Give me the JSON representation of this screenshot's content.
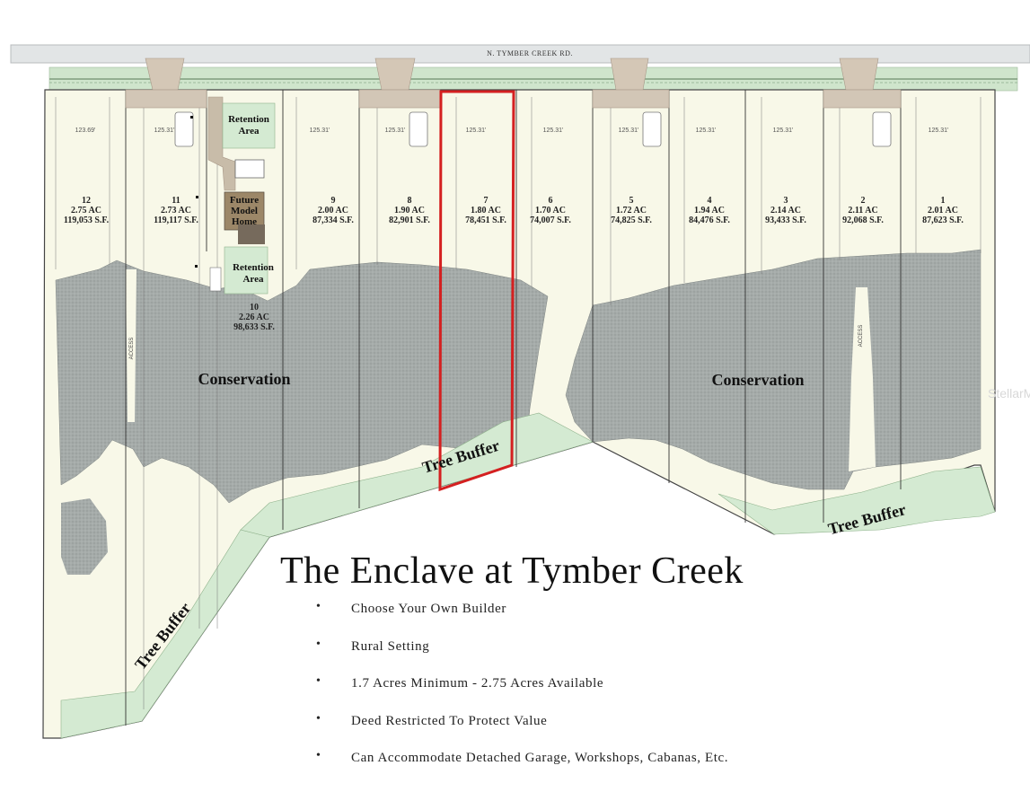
{
  "road": {
    "name": "N. TYMBER CREEK RD."
  },
  "lots": [
    {
      "id": "12",
      "acres": "2.75 AC",
      "sqft": "119,053 S.F."
    },
    {
      "id": "11",
      "acres": "2.73 AC",
      "sqft": "119,117 S.F."
    },
    {
      "id": "10",
      "acres": "2.26 AC",
      "sqft": "98,633 S.F."
    },
    {
      "id": "9",
      "acres": "2.00 AC",
      "sqft": "87,334 S.F."
    },
    {
      "id": "8",
      "acres": "1.90 AC",
      "sqft": "82,901 S.F."
    },
    {
      "id": "7",
      "acres": "1.80 AC",
      "sqft": "78,451 S.F."
    },
    {
      "id": "6",
      "acres": "1.70 AC",
      "sqft": "74,007 S.F."
    },
    {
      "id": "5",
      "acres": "1.72 AC",
      "sqft": "74,825 S.F."
    },
    {
      "id": "4",
      "acres": "1.94 AC",
      "sqft": "84,476 S.F."
    },
    {
      "id": "3",
      "acres": "2.14 AC",
      "sqft": "93,433 S.F."
    },
    {
      "id": "2",
      "acres": "2.11 AC",
      "sqft": "92,068 S.F."
    },
    {
      "id": "1",
      "acres": "2.01 AC",
      "sqft": "87,623 S.F."
    }
  ],
  "frontage": [
    "123.69'",
    "125.31'",
    "125.31'",
    "125.31'",
    "125.31'",
    "125.31'",
    "125.31'",
    "125.31'",
    "125.31'",
    "125.31'"
  ],
  "areas": {
    "retention_top": [
      "Retention",
      "Area"
    ],
    "retention_bottom": [
      "Retention",
      "Area"
    ],
    "model_home": [
      "Future",
      "Model",
      "Home"
    ],
    "conservation_left": "Conservation",
    "conservation_right": "Conservation",
    "tree_buffer_left": "Tree Buffer",
    "tree_buffer_center": "Tree Buffer",
    "tree_buffer_right": "Tree Buffer",
    "access_left": "ACCESS",
    "access_right": "ACCESS"
  },
  "title": "The Enclave at Tymber Creek",
  "bullets": [
    "Choose Your Own Builder",
    "Rural Setting",
    "1.7 Acres Minimum - 2.75 Acres Available",
    "Deed Restricted To Protect Value",
    "Can Accommodate Detached Garage, Workshops, Cabanas, Etc."
  ],
  "bullet_symbol": "•",
  "watermark": "StellarMLS",
  "colors": {
    "lot_fill": "#f8f8e8",
    "conservation": "#a6acaa",
    "buffer": "#d4ead2",
    "road": "#e2e5e6",
    "highlight": "#d42020"
  }
}
